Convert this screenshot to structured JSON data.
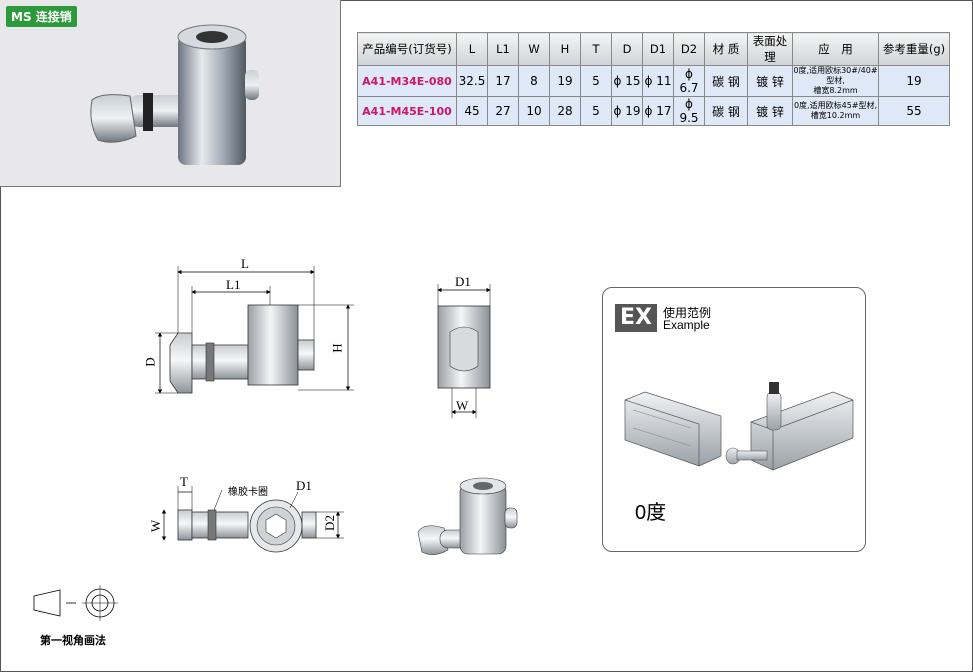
{
  "badge": "MS 连接销",
  "table": {
    "headers": [
      "产品编号(订货号)",
      "L",
      "L1",
      "W",
      "H",
      "T",
      "D",
      "D1",
      "D2",
      "材 质",
      "表面处理",
      "应　用",
      "参考重量(g)"
    ],
    "rows": [
      [
        "A41-M34E-080",
        "32.5",
        "17",
        "8",
        "19",
        "5",
        "ϕ 15",
        "ϕ 11",
        "ϕ 6.7",
        "碳 钢",
        "镀 锌",
        "0度,适用欧标30#/40#型材,\n槽宽8.2mm",
        "19"
      ],
      [
        "A41-M45E-100",
        "45",
        "27",
        "10",
        "28",
        "5",
        "ϕ 19",
        "ϕ 17",
        "ϕ 9.5",
        "碳 钢",
        "镀 锌",
        "0度,适用欧标45#型材,\n槽宽10.2mm",
        "55"
      ]
    ]
  },
  "drawing": {
    "L": "L",
    "L1": "L1",
    "D": "D",
    "H": "H",
    "D1": "D1",
    "W": "W",
    "T": "T",
    "D2": "D2",
    "ring_label": "橡胶卡圈"
  },
  "example": {
    "tag": "EX",
    "title_cn": "使用范例",
    "title_en": "Example",
    "note": "0度"
  },
  "projection_caption": "第一视角画法"
}
